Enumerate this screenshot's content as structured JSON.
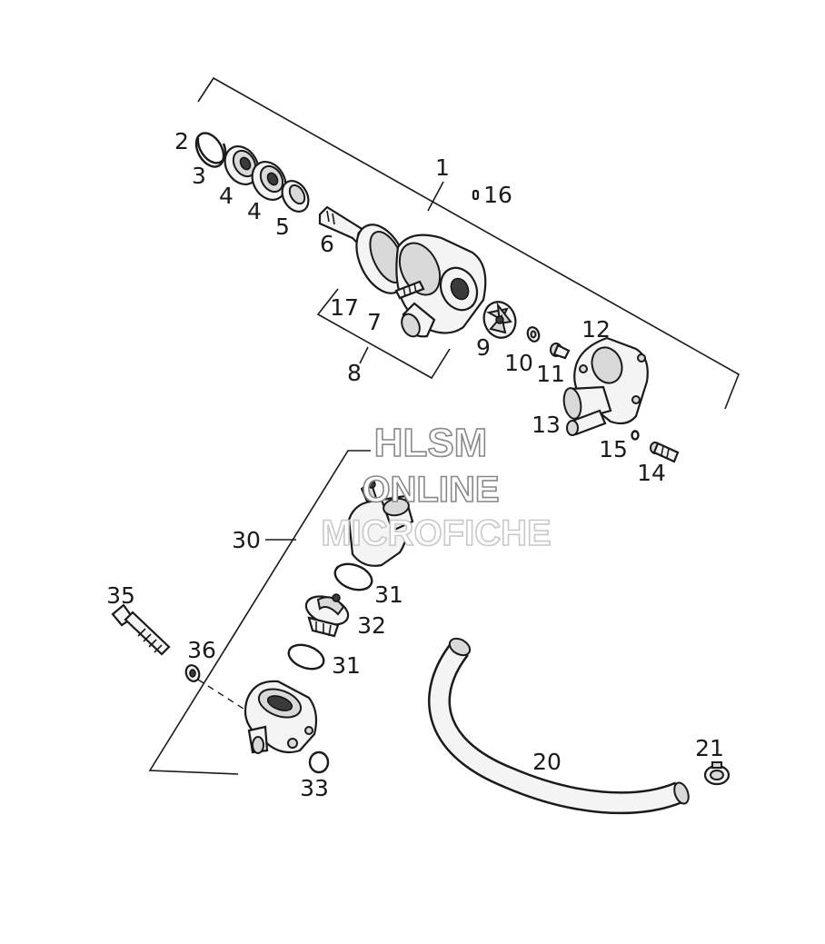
{
  "watermark": {
    "line1": "HLSM",
    "line2": "ONLINE",
    "line3": "MICROFICHE"
  },
  "callouts": [
    {
      "id": "c1",
      "text": "1"
    },
    {
      "id": "c2",
      "text": "2"
    },
    {
      "id": "c3",
      "text": "3"
    },
    {
      "id": "c4a",
      "text": "4"
    },
    {
      "id": "c4b",
      "text": "4"
    },
    {
      "id": "c5",
      "text": "5"
    },
    {
      "id": "c6",
      "text": "6"
    },
    {
      "id": "c7",
      "text": "7"
    },
    {
      "id": "c8",
      "text": "8"
    },
    {
      "id": "c9",
      "text": "9"
    },
    {
      "id": "c10",
      "text": "10"
    },
    {
      "id": "c11",
      "text": "11"
    },
    {
      "id": "c12",
      "text": "12"
    },
    {
      "id": "c13",
      "text": "13"
    },
    {
      "id": "c14",
      "text": "14"
    },
    {
      "id": "c15",
      "text": "15"
    },
    {
      "id": "c16",
      "text": "16"
    },
    {
      "id": "c17",
      "text": "17"
    },
    {
      "id": "c20",
      "text": "20"
    },
    {
      "id": "c21",
      "text": "21"
    },
    {
      "id": "c30",
      "text": "30"
    },
    {
      "id": "c31a",
      "text": "31"
    },
    {
      "id": "c31b",
      "text": "31"
    },
    {
      "id": "c32",
      "text": "32"
    },
    {
      "id": "c33",
      "text": "33"
    },
    {
      "id": "c35",
      "text": "35"
    },
    {
      "id": "c36",
      "text": "36"
    }
  ]
}
